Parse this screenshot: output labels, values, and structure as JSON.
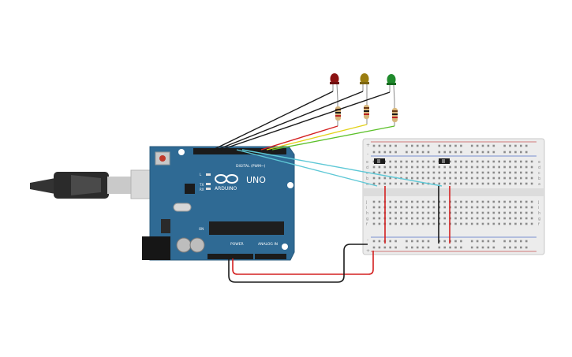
{
  "board": {
    "brand": "ARDUINO",
    "model": "UNO",
    "digital_label": "DIGITAL (PWM~)",
    "power_label": "POWER",
    "analog_label": "ANALOG IN",
    "on_label": "ON",
    "tx_label": "TX",
    "rx_label": "RX",
    "l_label": "L"
  },
  "leds": [
    {
      "name": "red",
      "color": "#8b1111"
    },
    {
      "name": "yellow",
      "color": "#9a7d10"
    },
    {
      "name": "green",
      "color": "#1f8a2c"
    }
  ],
  "breadboard": {
    "row_letters_top": [
      "a",
      "b",
      "c",
      "d",
      "e"
    ],
    "row_letters_bottom": [
      "f",
      "g",
      "h",
      "i",
      "j"
    ],
    "plus": "+",
    "minus": "-"
  },
  "wire_colors": {
    "black": "#1a1a1a",
    "red": "#d42020",
    "yellow": "#e3d21a",
    "green": "#5cc02a",
    "cyan": "#5ec8d6"
  }
}
